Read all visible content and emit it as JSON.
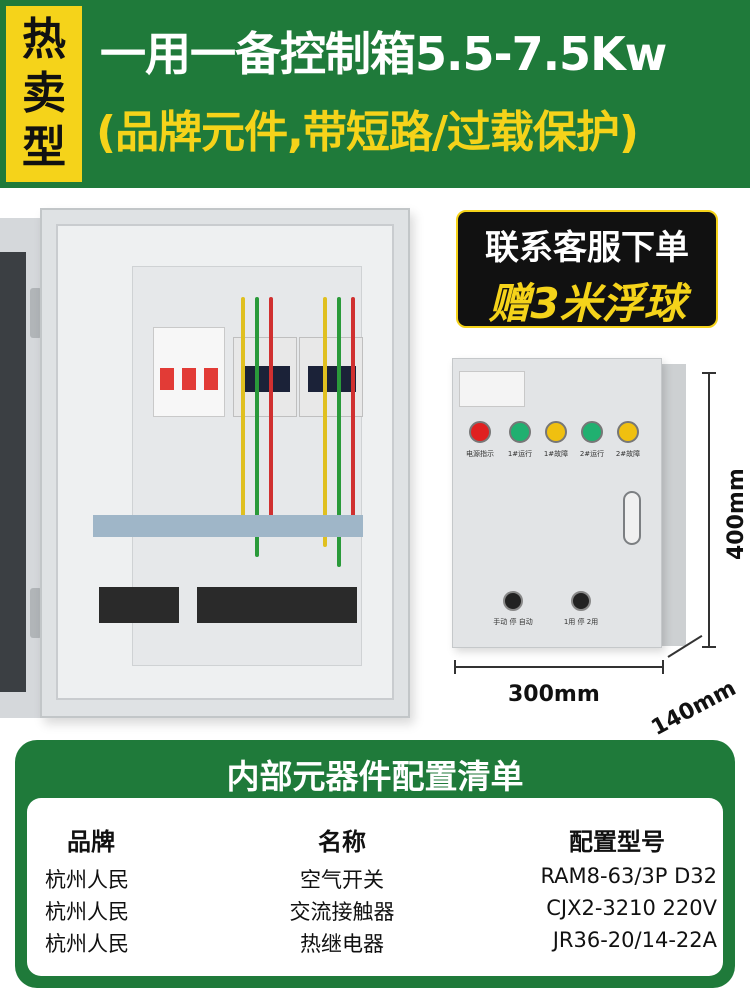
{
  "header": {
    "badge": [
      "热",
      "卖",
      "型"
    ],
    "title": "一用一备控制箱5.5-7.5Kw",
    "subtitle": "(品牌元件,带短路/过载保护)"
  },
  "promo": {
    "line1": "联系客服下单",
    "line2": "赠3米浮球"
  },
  "box_panel": {
    "lamps": [
      {
        "label": "电源指示",
        "color": "#e02020"
      },
      {
        "label": "1#运行",
        "color": "#20b070"
      },
      {
        "label": "1#故障",
        "color": "#f0c010"
      },
      {
        "label": "2#运行",
        "color": "#20b070"
      },
      {
        "label": "2#故障",
        "color": "#f0c010"
      }
    ],
    "knobs": [
      {
        "label": "手动 停 自动"
      },
      {
        "label": "1用 停 2用"
      }
    ]
  },
  "dimensions": {
    "height": "400mm",
    "width": "300mm",
    "depth": "140mm"
  },
  "config": {
    "title": "内部元器件配置清单",
    "headers": [
      "品牌",
      "名称",
      "配置型号"
    ],
    "rows": [
      [
        "杭州人民",
        "空气开关",
        "RAM8-63/3P  D32"
      ],
      [
        "杭州人民",
        "交流接触器",
        "CJX2-3210  220V"
      ],
      [
        "杭州人民",
        "热继电器",
        "JR36-20/14-22A"
      ]
    ]
  }
}
